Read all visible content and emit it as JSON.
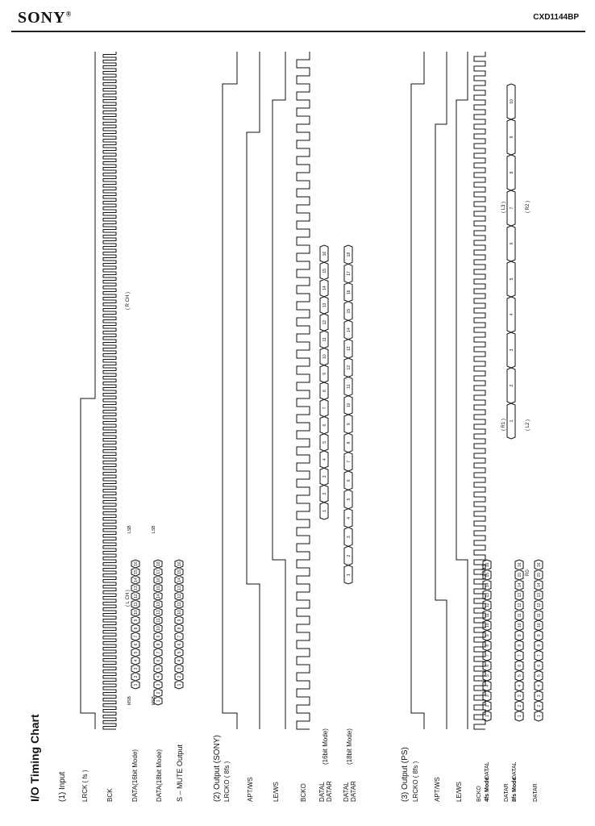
{
  "header": {
    "brand": "SONY",
    "brand_mark": "®",
    "part_number": "CXD1144BP"
  },
  "title": "I/O Timing Chart",
  "sections": {
    "input": {
      "heading": "(1) Input",
      "labels": [
        "LRCK ( fs )",
        "BCK",
        "DATA(16bit Mode)",
        "DATA(18bit Mode)",
        "S – MUTE Output"
      ],
      "lch_label": "( L CH )",
      "rch_label": "( R CH )",
      "msb": "MSB",
      "lsb": "LSB",
      "bits16": [
        "1",
        "2",
        "3",
        "4",
        "5",
        "6",
        "7",
        "8",
        "9",
        "10",
        "11",
        "12",
        "13",
        "14",
        "15",
        "16"
      ],
      "bits18": [
        "1",
        "2",
        "3",
        "4",
        "5",
        "6",
        "7",
        "8",
        "9",
        "10",
        "11",
        "12",
        "13",
        "14",
        "15",
        "16",
        "17",
        "18"
      ]
    },
    "output_sony": {
      "heading": "(2) Output (SONY)",
      "labels": [
        "LRCKO ( 8fs )",
        "APT/WS",
        "LE/WS",
        "BCKO",
        "DATAL",
        "DATAR",
        "DATAL",
        "DATAR"
      ],
      "mode16": "(16bit Mode)",
      "mode18": "(18bit Mode)"
    },
    "output_ps": {
      "heading": "(3) Output (PS)",
      "labels": [
        "LRCKO ( 8fs )",
        "APT/WS",
        "LE/WS",
        "BCKO",
        "DATAL",
        "DATAR",
        "DATAL",
        "DATAR"
      ],
      "mode4": "4fs Mode",
      "mode8": "8fs Mode",
      "groups": [
        "( L1 )",
        "( R1 )",
        "( L3 )",
        "( R2 )",
        "( L2 )",
        "R0"
      ],
      "bits10": [
        "1",
        "2",
        "3",
        "4",
        "5",
        "6",
        "7",
        "8",
        "9",
        "10"
      ]
    }
  }
}
